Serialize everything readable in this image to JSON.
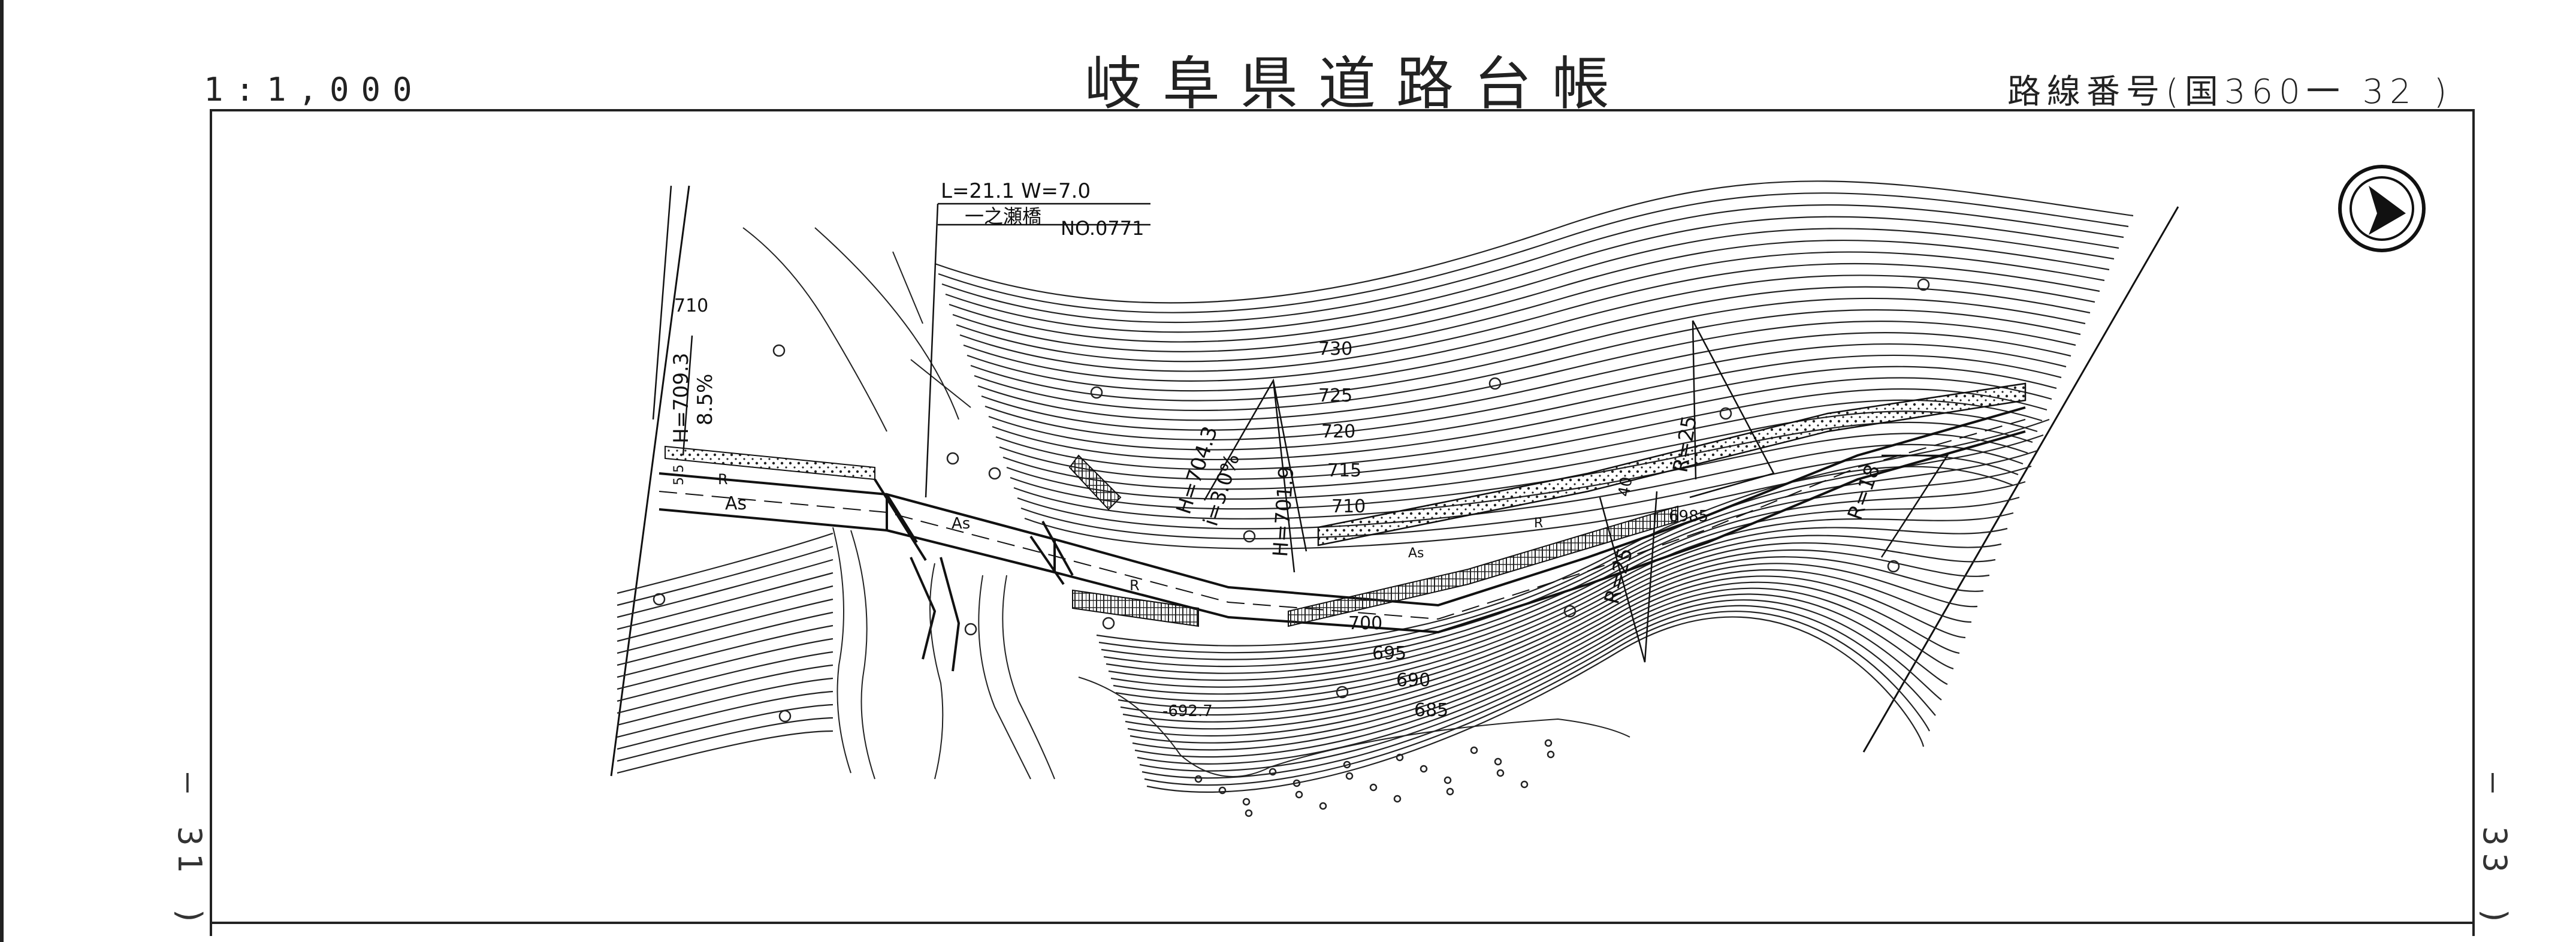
{
  "header": {
    "scale": "1:1,000",
    "title": "岐阜県道路台帳",
    "route": "路線番号(国360一 32 )"
  },
  "side": {
    "left_page": "— 31 )",
    "right_page": "— 33 )"
  },
  "bridge": {
    "dimensions": "L=21.1 W=7.0",
    "name": "一之瀬橋",
    "number": "NO.0771"
  },
  "annotations": {
    "h_left": "H=709.3",
    "grade_left": "8.5%",
    "contour_710_left": "710",
    "h_mid": "H=704.3",
    "grade_mid": "i=3.0%",
    "h_mid2": "H=701.9",
    "radius_1": "R=25",
    "radius_2": "R=25",
    "radius_3": "R=18",
    "spot_6985": "6985",
    "spot_6927": "-692.7",
    "surface_as_1": "As",
    "surface_as_2": "As",
    "surface_as_3": "As",
    "r_mark_1": "R",
    "r_mark_2": "R",
    "r_mark_3": "R",
    "width_40": "40",
    "width_55": "5.5"
  },
  "contours": {
    "c730": "730",
    "c725": "725",
    "c720": "720",
    "c715": "715",
    "c710": "710",
    "c700": "700",
    "c695": "695",
    "c690": "690",
    "c685": "685"
  },
  "north_arrow": {
    "icon": "north-arrow-icon"
  }
}
